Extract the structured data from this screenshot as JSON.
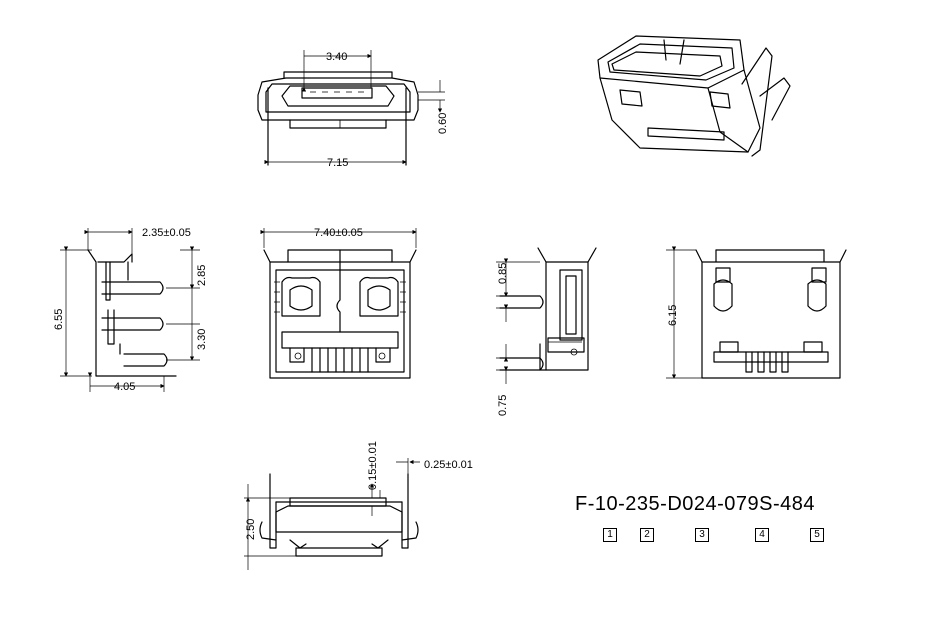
{
  "dimensions": {
    "top_pitch": "3.40",
    "top_width": "7.15",
    "top_height": "0.60",
    "front_width": "7.40±0.05",
    "side_top": "2.35±0.05",
    "side_h1": "2.85",
    "side_h2": "3.30",
    "side_total": "6.55",
    "side_base": "4.05",
    "right_top": "0.85",
    "right_bottom": "0.75",
    "back_height": "6.15",
    "bottom_thick": "0.15±0.01",
    "bottom_pin": "0.25±0.01",
    "bottom_height": "2.50"
  },
  "part_number": "F-10-235-D024-079S-484",
  "part_segments": [
    "1",
    "2",
    "3",
    "4",
    "5"
  ]
}
